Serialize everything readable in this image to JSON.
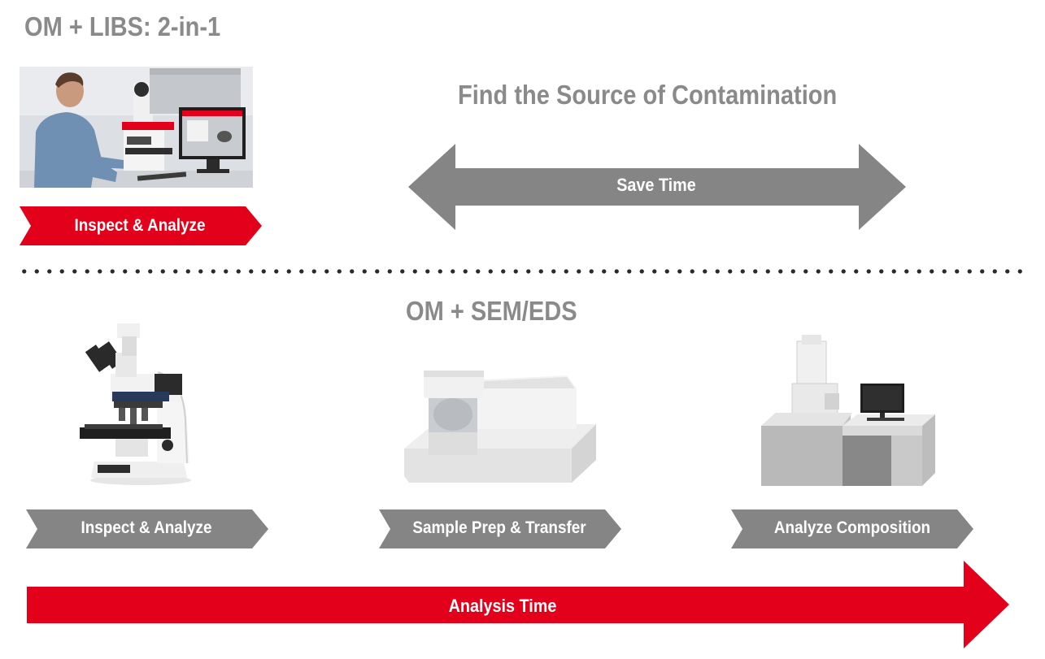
{
  "top_section": {
    "title": "OM + LIBS: 2-in-1",
    "photo_icon": "person-at-microscope-workstation-icon",
    "step_label": "Inspect & Analyze"
  },
  "center": {
    "title": "Find the Source of Contamination",
    "arrow_label": "Save Time"
  },
  "bottom_section": {
    "title": "OM + SEM/EDS",
    "steps": [
      {
        "label": "Inspect & Analyze",
        "icon": "optical-microscope-icon"
      },
      {
        "label": "Sample Prep & Transfer",
        "icon": "sample-prep-unit-icon"
      },
      {
        "label": "Analyze Composition",
        "icon": "sem-eds-station-icon"
      }
    ],
    "time_arrow_label": "Analysis Time"
  },
  "colors": {
    "red": "#e2001a",
    "gray_arrow": "#858585",
    "title_gray": "#8a8a8a"
  }
}
